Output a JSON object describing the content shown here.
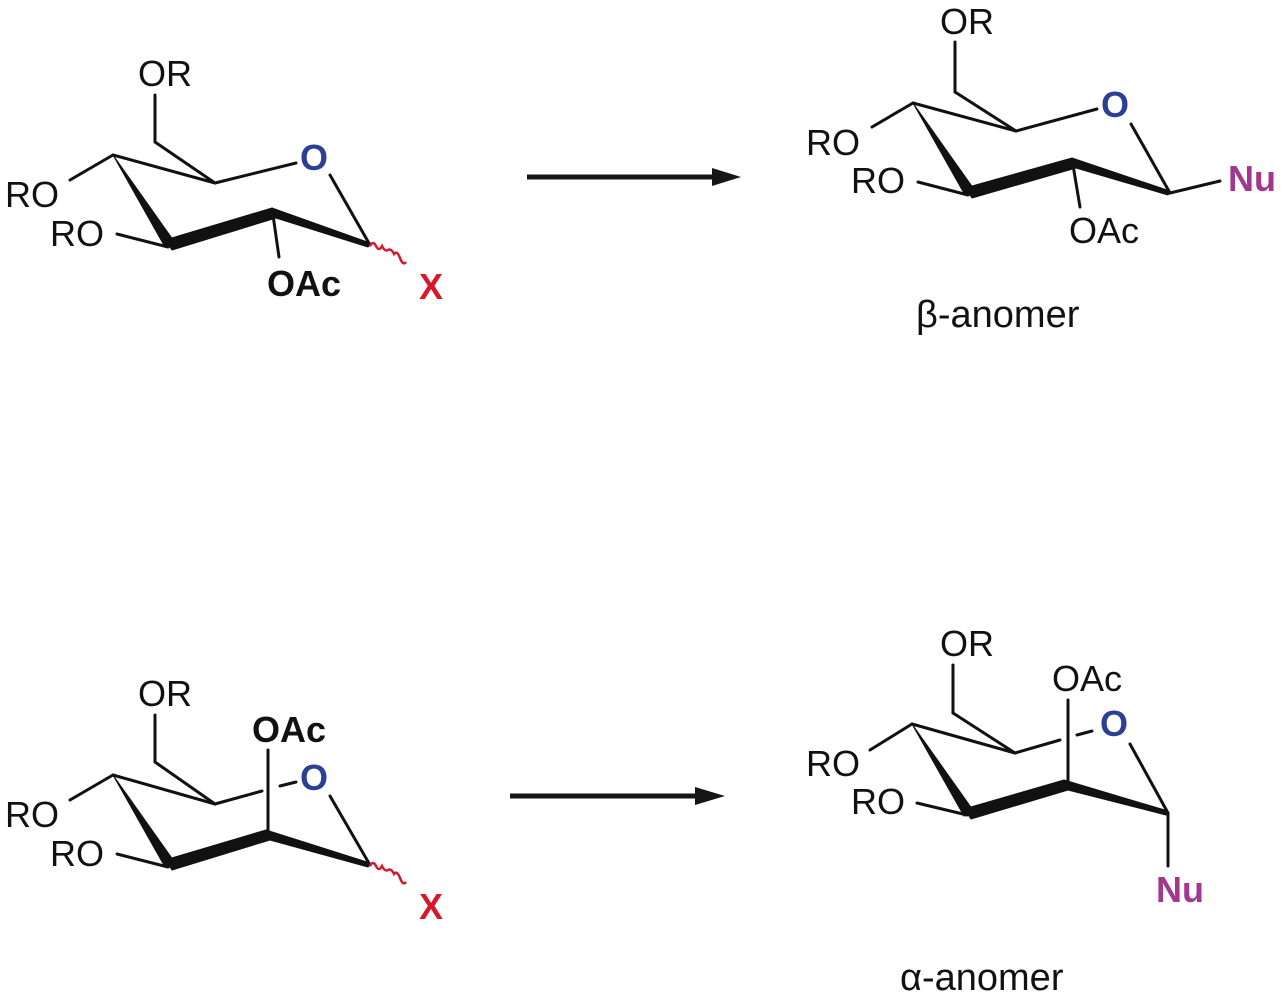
{
  "colors": {
    "ring_oxygen": "#2b3f97",
    "leaving_group": "#d7182a",
    "nucleophile": "#a2378f",
    "bonds": "#111111"
  },
  "reactions": [
    {
      "name": "beta-selective",
      "reactant": {
        "substituents": {
          "c6": "OR",
          "c4": "RO",
          "c3": "RO",
          "c2": "OAc",
          "ring_o": "O",
          "leaving_group": "X"
        },
        "c2_label_bold": true
      },
      "arrow": "→",
      "product": {
        "substituents": {
          "c6": "OR",
          "c4": "RO",
          "c3": "RO",
          "c2": "OAc",
          "ring_o": "O",
          "nucleophile": "Nu"
        },
        "caption": "β-anomer"
      }
    },
    {
      "name": "alpha-selective",
      "reactant": {
        "substituents": {
          "c6": "OR",
          "c4": "RO",
          "c3": "RO",
          "c2": "OAc",
          "ring_o": "O",
          "leaving_group": "X"
        },
        "c2_label_bold": true
      },
      "arrow": "→",
      "product": {
        "substituents": {
          "c6": "OR",
          "c4": "RO",
          "c3": "RO",
          "c2": "OAc",
          "ring_o": "O",
          "nucleophile": "Nu"
        },
        "caption": "α-anomer"
      }
    }
  ]
}
